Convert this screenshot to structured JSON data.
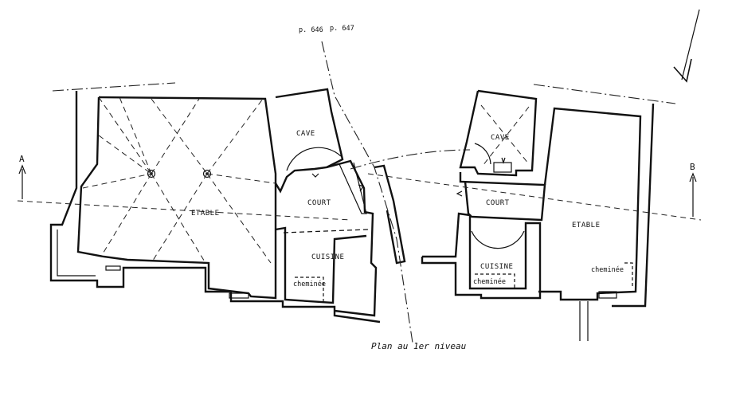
{
  "drawing": {
    "title": "Plan au 1er niveau",
    "page_refs": [
      "p. 646",
      "p. 647"
    ],
    "section_markers": [
      "A",
      "B"
    ],
    "colors": {
      "ink": "#111111",
      "paper": "#ffffff"
    },
    "north_arrow_icon": "north-arrow-icon"
  },
  "rooms_left": {
    "etable": "ETABLE",
    "cave": "CAVE",
    "court": "COURT",
    "cuisine": "CUISINE",
    "cheminee": "cheminée"
  },
  "rooms_right": {
    "cave": "CAVE",
    "court": "COURT",
    "cuisine": "CUISINE",
    "cheminee": "cheminée",
    "etable": "ETABLE",
    "cheminee_etable": "cheminée"
  }
}
